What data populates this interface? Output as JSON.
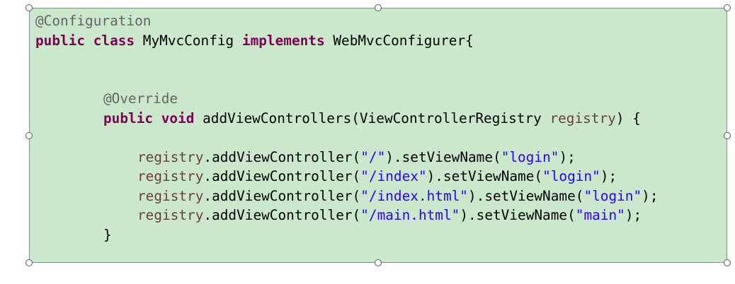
{
  "colors": {
    "background": "#cbe8cd",
    "annotation": "#646464",
    "keyword": "#7f0055",
    "field": "#6a3e3e",
    "string": "#2a00ff"
  },
  "code": {
    "annotation_configuration": "@Configuration",
    "kw_public": "public",
    "kw_class": "class",
    "class_name": "MyMvcConfig",
    "kw_implements": "implements",
    "interface_name": "WebMvcConfigurer{",
    "annotation_override": "@Override",
    "kw_void": "void",
    "method_signature": "addViewControllers(ViewControllerRegistry",
    "param_name": "registry",
    "signature_close": ") {",
    "registry_ref": "registry",
    "add_call": ".addViewController(",
    "set_call": ").setViewName(",
    "end_call": ");",
    "closing_brace": "}",
    "controllers": [
      {
        "path": "\"/\"",
        "view": "\"login\""
      },
      {
        "path": "\"/index\"",
        "view": "\"login\""
      },
      {
        "path": "\"/index.html\"",
        "view": "\"login\""
      },
      {
        "path": "\"/main.html\"",
        "view": "\"main\""
      }
    ]
  },
  "selection_handles": [
    "top-left-handle",
    "top-middle-handle",
    "top-right-handle",
    "middle-left-handle",
    "middle-right-handle",
    "bottom-left-handle",
    "bottom-middle-handle",
    "bottom-right-handle"
  ]
}
